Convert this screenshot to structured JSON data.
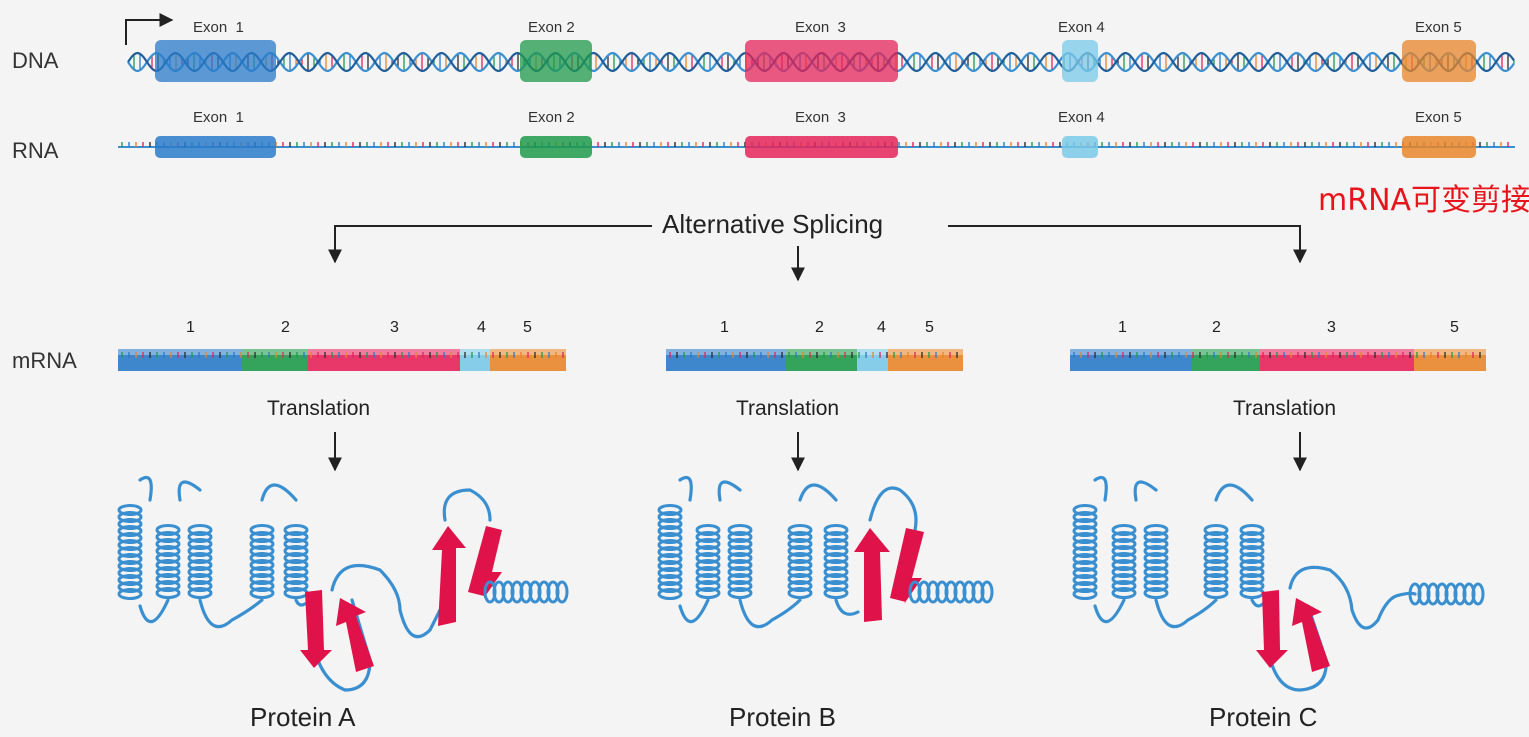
{
  "rows": {
    "dna": "DNA",
    "rna": "RNA",
    "mrna": "mRNA"
  },
  "exons": [
    {
      "label": "Exon",
      "num": "1"
    },
    {
      "label": "Exon",
      "num": "2"
    },
    {
      "label": "Exon",
      "num": "3"
    },
    {
      "label": "Exon",
      "num": "4"
    },
    {
      "label": "Exon",
      "num": "5"
    }
  ],
  "splicing_label": "Alternative Splicing",
  "annotation": "mRNA可变剪接",
  "translation_label": "Translation",
  "variants": [
    {
      "segments": [
        "1",
        "2",
        "3",
        "4",
        "5"
      ],
      "protein": "Protein A"
    },
    {
      "segments": [
        "1",
        "2",
        "4",
        "5"
      ],
      "protein": "Protein B"
    },
    {
      "segments": [
        "1",
        "2",
        "3",
        "5"
      ],
      "protein": "Protein C"
    }
  ],
  "colors": {
    "exon1": "#2a7bc9",
    "exon2": "#1f9a4a",
    "exon3": "#e5245a",
    "exon4": "#79c9e8",
    "exon5": "#e8862a",
    "strand": "#3a8fd0",
    "sheet": "#e0124a",
    "annotation": "#e8141b"
  }
}
